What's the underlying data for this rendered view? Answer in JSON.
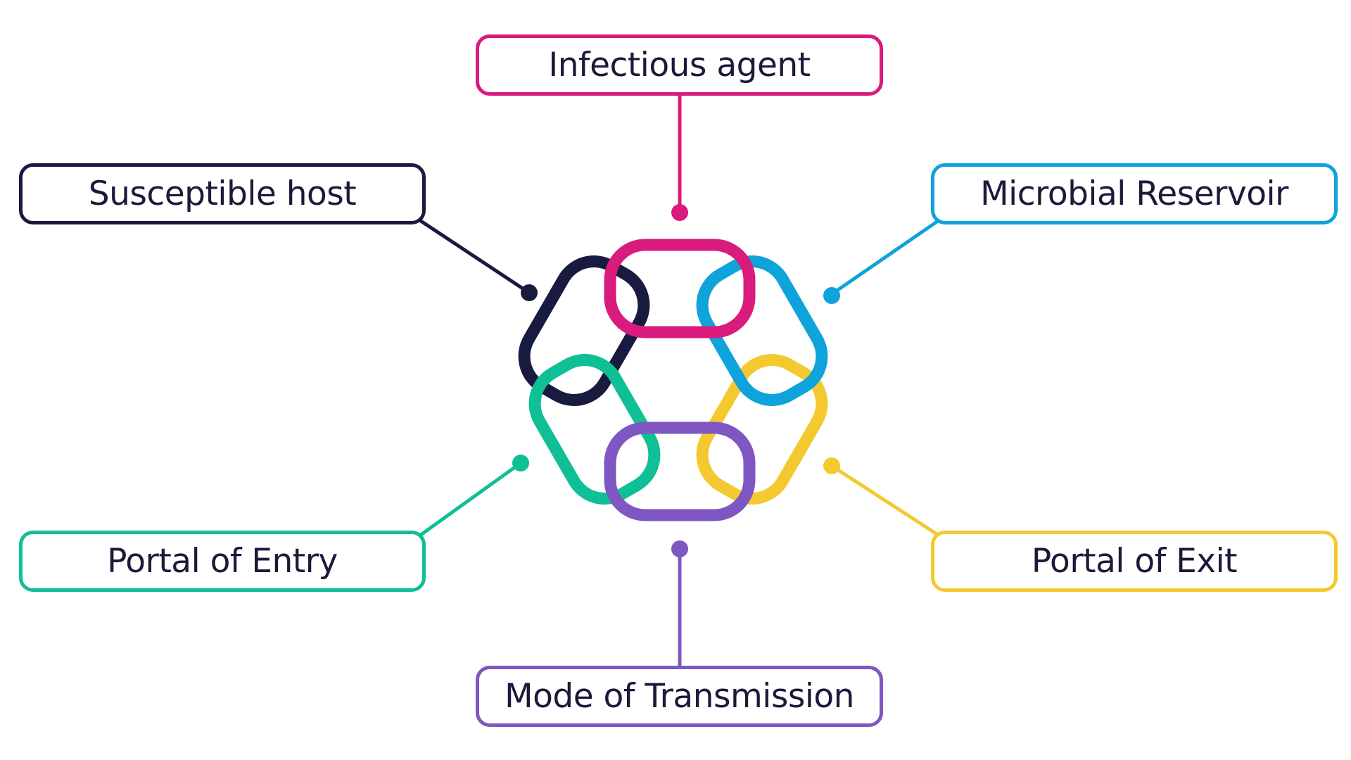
{
  "diagram": {
    "stages": [
      {
        "id": "infectious",
        "label": "Infectious agent",
        "color": "#d81b7c"
      },
      {
        "id": "reservoir",
        "label": "Microbial Reservoir",
        "color": "#0fa3dc"
      },
      {
        "id": "exit",
        "label": "Portal of Exit",
        "color": "#f4c92f"
      },
      {
        "id": "transmission",
        "label": "Mode of Transmission",
        "color": "#7e57c2"
      },
      {
        "id": "entry",
        "label": "Portal of Entry",
        "color": "#0fbf95"
      },
      {
        "id": "host",
        "label": "Susceptible host",
        "color": "#191a3f"
      }
    ]
  }
}
